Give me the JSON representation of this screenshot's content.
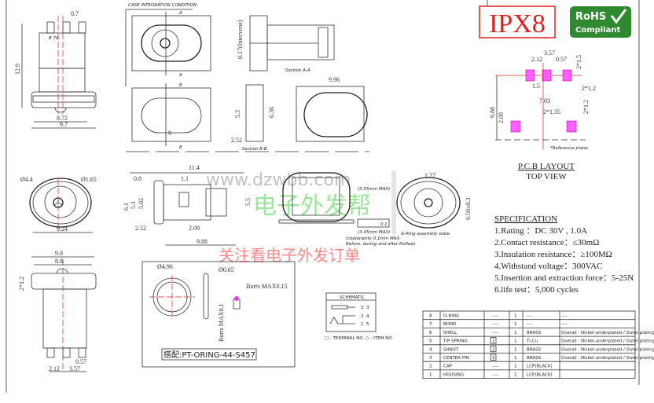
{
  "badges": {
    "ipx8": "IPX8",
    "rohs_line1": "RoHS",
    "rohs_line2": "Compliant"
  },
  "left_views": {
    "top": {
      "d1": "0.7",
      "d2": "12.9",
      "d3": "8.72",
      "d4": "9.7",
      "marking": "B  7IL"
    },
    "front": {
      "d1": "Ø4.4",
      "d2": "Ø1.65",
      "d3": "9.24"
    },
    "bottom": {
      "d1": "9.8",
      "d2": "8.8",
      "d3": "2*1.2",
      "d4": "0.57",
      "d5": "2.12",
      "d6": "3.57"
    }
  },
  "case": {
    "title": "CASE INTEGRATION CONDITION",
    "cut_a": "A",
    "cut_b": "B",
    "dim_9": "9",
    "dim_intervene": "0.17(Intervene)",
    "section_aa": "Section A-A",
    "section_bb": "Section B-B",
    "dim_53": "5.3",
    "dim_636": "6.36",
    "dim_252": "2.52",
    "dim_996": "9.96"
  },
  "side": {
    "d_114": "11.4",
    "d_08": "0.8",
    "d_11": "1.1",
    "d_61": "6.1",
    "d_51": "5.1",
    "d_502": "5.02",
    "d_252": "2.52",
    "d_209": "2.09",
    "d_988": "9.88",
    "d_55": "5.5",
    "d_127": "1.27",
    "d_650": "6.50±0.3",
    "d_gap": "(3.55mm MAX)",
    "d_gap2": "(3.45mm MAX)",
    "note1": "(coplanarity 0.1mm MAX.",
    "note2": "Before, during and after Reflow)",
    "note3": "G-Ring assembly state",
    "tol_box": "0.1"
  },
  "oring": {
    "d1": "Ø4.96",
    "d2": "Ø0.65",
    "burr1": "Burrs MAX0.15",
    "burr2": "Burrs MAX0.1",
    "part": "搭配:PT-ORING-44-S457"
  },
  "schematic": {
    "title": "SCHEMATIC",
    "rows": [
      {
        "t": "3",
        "i": "3"
      },
      {
        "t": "2",
        "i": "4"
      },
      {
        "t": "1",
        "i": "5"
      }
    ],
    "legend": "□ : TERMINAL NO. ○ : ITEM NO."
  },
  "pcb": {
    "d_357": "3.57",
    "d_212": "2.12",
    "d_057": "0.57",
    "d_15a": "2*1.5",
    "d_15": "1.5",
    "d_12a": "2*1.2",
    "d_988": "9.88",
    "d_209": "2.09",
    "d_703": "7.03",
    "d_135": "2*1.35",
    "d_12b": "2*1.2",
    "ref": "*Reference plane",
    "title": "P.C.B LAYOUT",
    "subtitle": "TOP VIEW"
  },
  "spec": {
    "title": "SPECIFICATION",
    "items": [
      "1.Rating ：DC 30V , 1.0A",
      "2.Contact resistance：≤30mΩ",
      "3.Insulation resistance：≥100MΩ",
      "4.Withstand voltage：300VAC",
      "5.Insertion and extraction force：5-25N",
      "6.life test：5,000 cycles"
    ]
  },
  "bom": [
    {
      "no": "8",
      "name": "O-RING",
      "term": "----",
      "qty": "1",
      "mat": "----",
      "finish": "----"
    },
    {
      "no": "7",
      "name": "BOND",
      "term": "----",
      "qty": "1",
      "mat": "----",
      "finish": "----"
    },
    {
      "no": "6",
      "name": "SHELL",
      "term": "----",
      "qty": "1",
      "mat": "BRASS",
      "finish": "Overall : Nickel-underplated / Outer plating: Sn-plated"
    },
    {
      "no": "5",
      "name": "TIP SPRING",
      "term": "1",
      "qty": "1",
      "mat": "Ti-Cu",
      "finish": "Overall : Nickel-underplated / Outer plating: Sn-plated"
    },
    {
      "no": "4",
      "name": "SHNUT",
      "term": "2",
      "qty": "1",
      "mat": "BRASS",
      "finish": "Overall : Nickel-underplated / Outer plating: Sn-plated"
    },
    {
      "no": "3",
      "name": "CENTER PIN",
      "term": "3",
      "qty": "1",
      "mat": "BRASS",
      "finish": "Overall : Nickel-underplated / Outer plating: Sn-plated"
    },
    {
      "no": "2",
      "name": "CAP",
      "term": "----",
      "qty": "1",
      "mat": "LCP(BLACK)",
      "finish": ""
    },
    {
      "no": "1",
      "name": "HOUSING",
      "term": "----",
      "qty": "1",
      "mat": "LCP(BLACK)",
      "finish": ""
    }
  ],
  "watermark": {
    "url": "www.dzwbb.com",
    "cn1": "电子外发帮",
    "cn2": "关注看电子外发订单"
  },
  "colors": {
    "ipx8": "#e02020",
    "rohs": "#2f8a2f",
    "pad": "#ff60ff",
    "centerline": "#e02020"
  }
}
